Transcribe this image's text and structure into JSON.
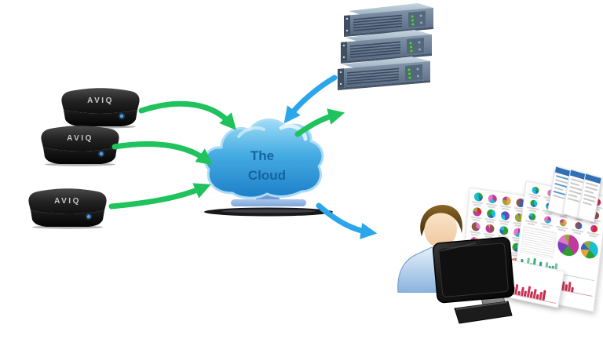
{
  "diagram": {
    "description": "IPTV set-top boxes sending data through the cloud to a server and an analyst with dashboards"
  },
  "devices": {
    "label": "AVIQ",
    "count": 3,
    "body_color": "#1b1b1b",
    "led_color": "#4aa3f0"
  },
  "cloud": {
    "label_line1": "The",
    "label_line2": "Cloud",
    "text_color": "#15649f",
    "fill_top": "#9edcf7",
    "fill_bottom": "#1d7fc8",
    "stroke_color": "#aadcf6",
    "stand_color": "#8fb3e3",
    "base_color": "#18181a"
  },
  "server": {
    "units": 3,
    "front_color": "#6e8196",
    "top_color": "#b5c4d2",
    "vent_color": "#41516a",
    "led_color": "#52d63e"
  },
  "arrows": {
    "green_color": "#1fc25c",
    "blue_color": "#2ba6ea",
    "green_flows": [
      "stb1-to-cloud",
      "stb2-to-cloud",
      "stb3-to-cloud",
      "cloud-to-server"
    ],
    "blue_flows": [
      "server-to-cloud",
      "cloud-to-analyst"
    ]
  },
  "analyst": {
    "hair_color": "#6b4c16",
    "skin_color": "#f6d9b6",
    "shirt_color": "#a8cbec",
    "tie_color": "#c22b35"
  },
  "monitor": {
    "frame_color": "#1e1e1e",
    "stand_color": "#8f8f8f"
  },
  "dashboard": {
    "card_header_color": "#2e6fb5",
    "small_cards": 3,
    "sheet_a": {
      "cols": 4,
      "rows": 5
    },
    "sheet_b": {
      "cols": 5,
      "rows": 3
    },
    "pie_palette": [
      "#2ca02c",
      "#c0399f",
      "#e8a33d",
      "#3465c0",
      "#d62728",
      "#17becf",
      "#7a3fbf",
      "#9aa63a",
      "#e377c2",
      "#8c564b"
    ],
    "big_pies": [
      [
        [
          "#c0399f",
          140
        ],
        [
          "#2ca02c",
          210
        ],
        [
          "#7a3fbf",
          280
        ],
        [
          "#e377c2",
          330
        ],
        [
          "#9aa63a",
          360
        ]
      ],
      [
        [
          "#17becf",
          130
        ],
        [
          "#2ca02c",
          200
        ],
        [
          "#e8a33d",
          260
        ],
        [
          "#3465c0",
          310
        ],
        [
          "#9aa63a",
          360
        ]
      ]
    ],
    "red_bar_colors": [
      "#cf3357",
      "#c22b4a"
    ],
    "green_bar_colors": [
      "#2a9d8f",
      "#3db56e",
      "#74c69d"
    ],
    "red_bars_a": [
      10,
      14,
      6,
      12,
      4,
      9,
      13,
      5,
      11,
      7,
      14,
      8,
      12,
      6,
      10,
      13
    ],
    "red_bars_b": [
      8,
      13,
      5,
      11,
      15,
      7,
      12,
      4,
      10,
      14,
      6,
      9,
      13,
      5,
      11,
      8,
      12,
      6
    ],
    "green_bars": [
      9,
      4,
      12,
      6,
      13,
      5,
      10,
      3,
      11,
      7,
      8,
      12
    ]
  }
}
